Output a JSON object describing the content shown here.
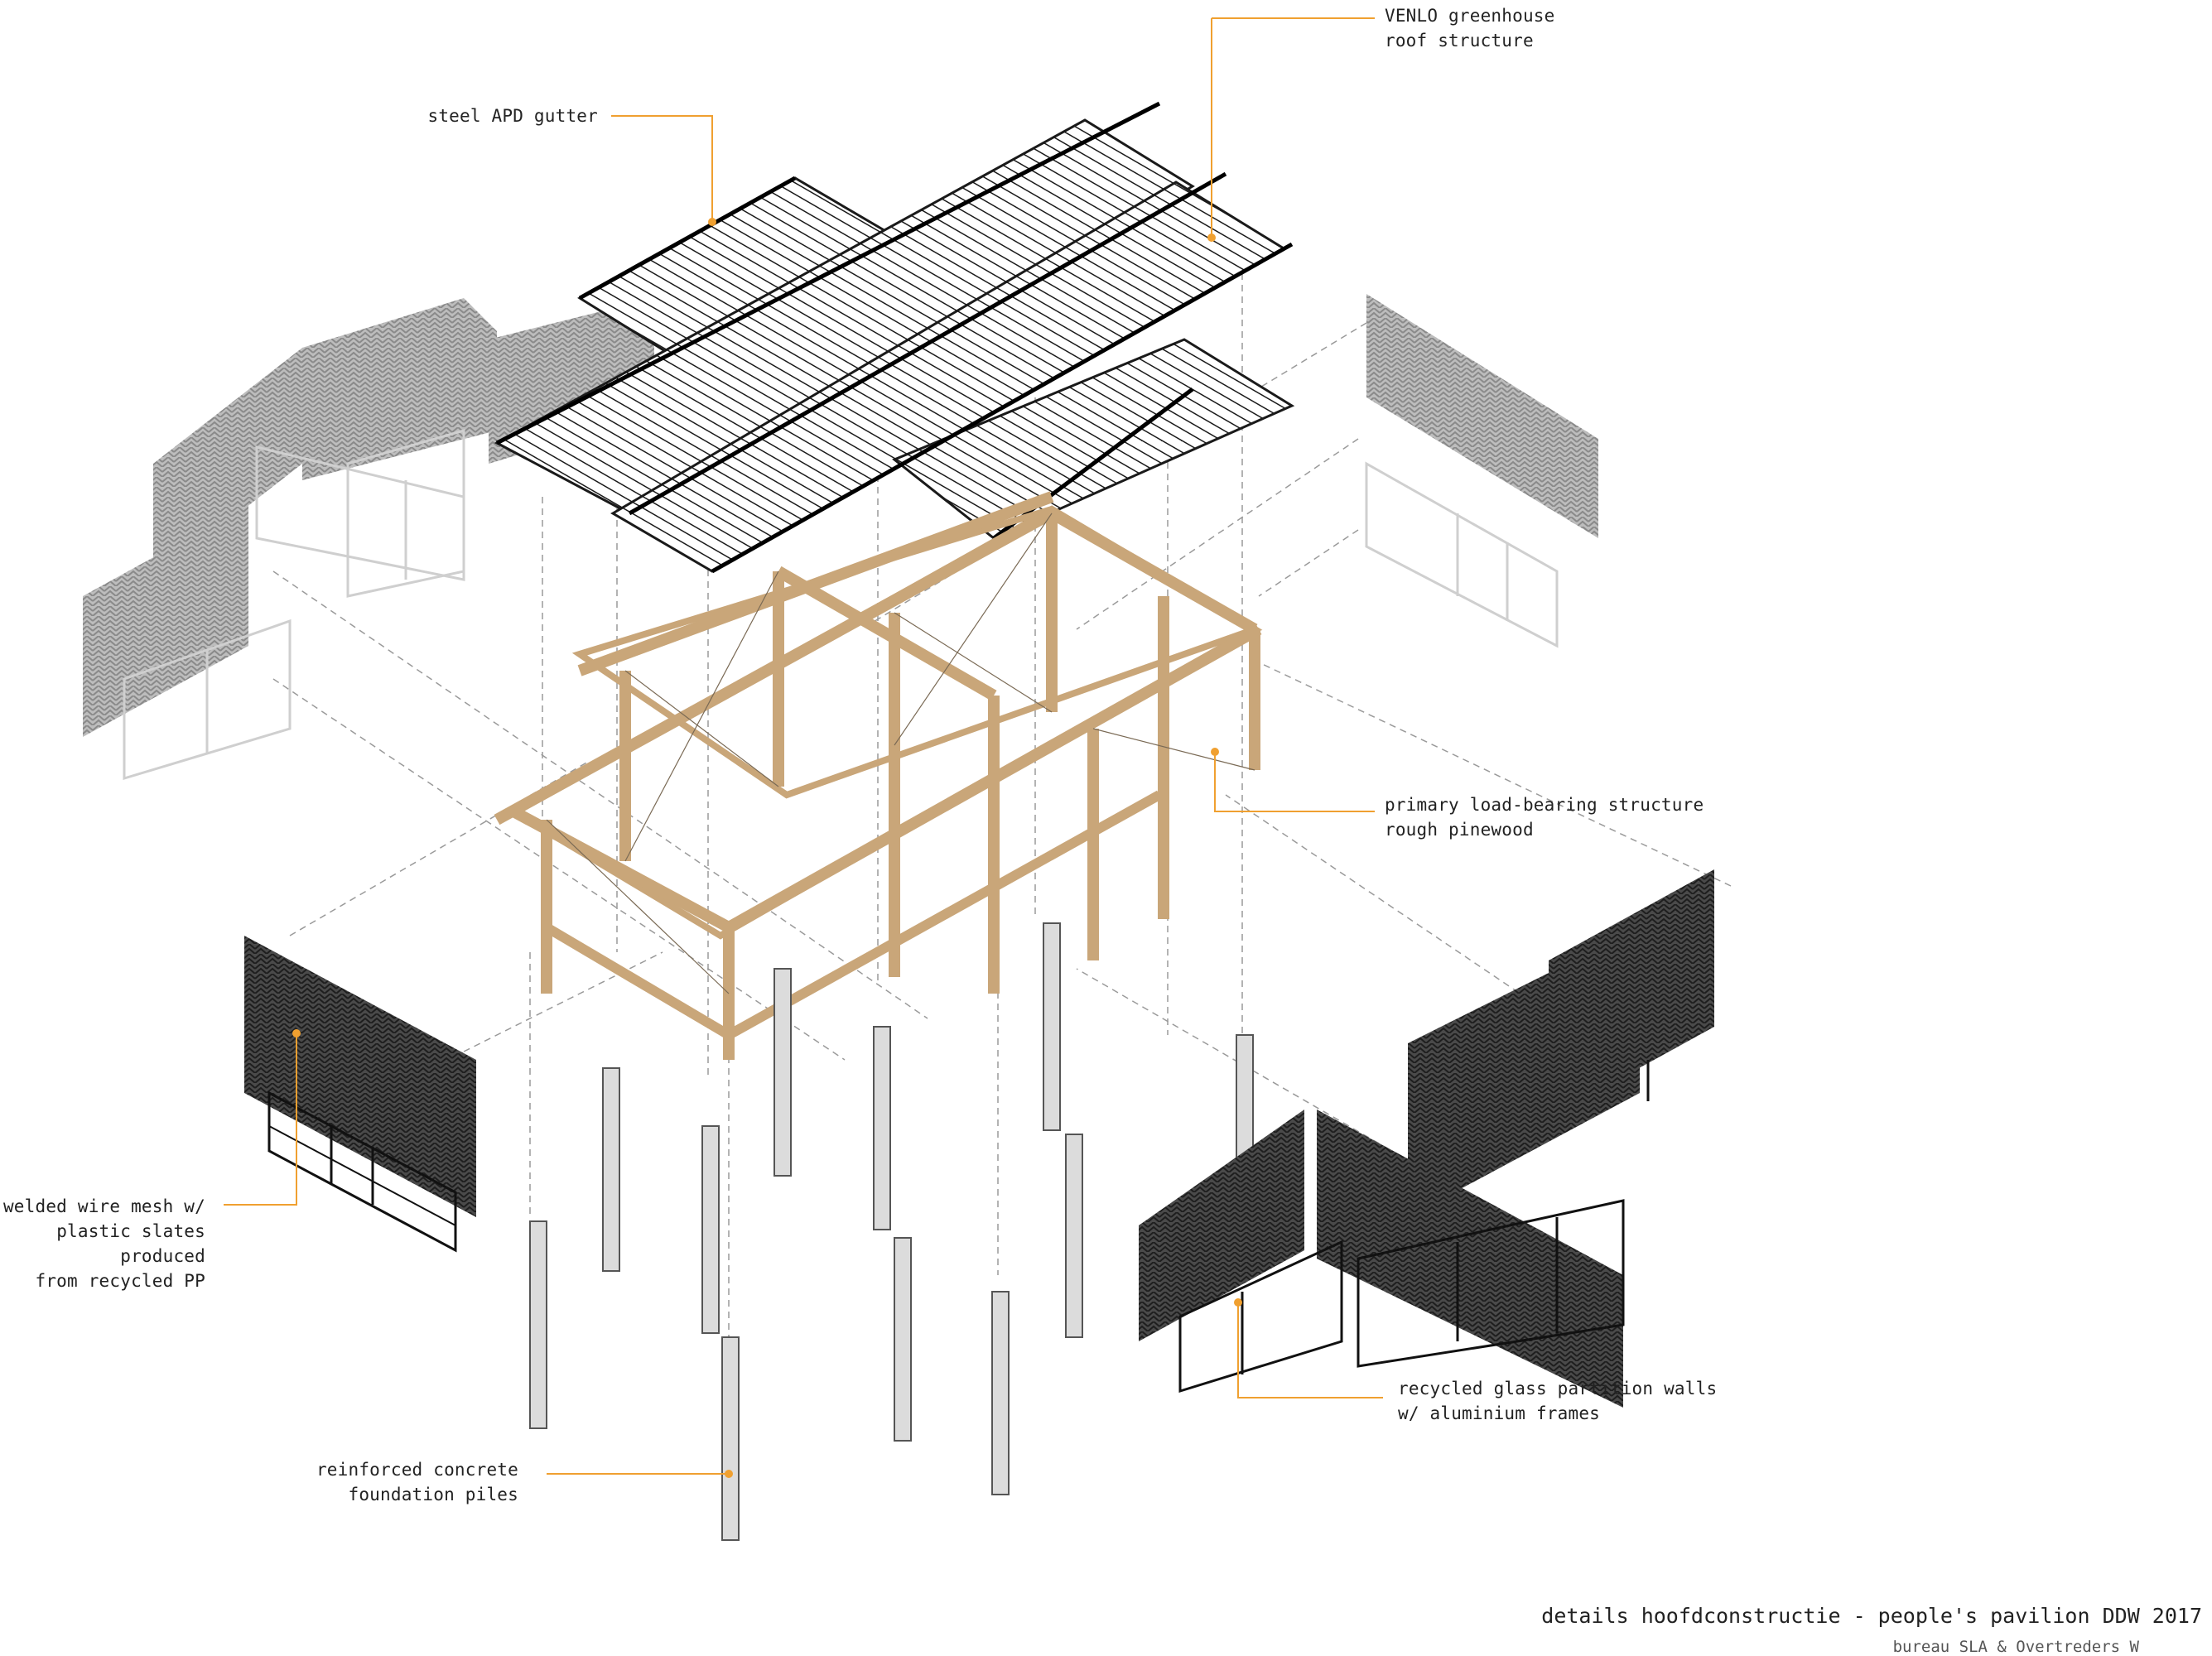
{
  "labels": {
    "venlo_roof": [
      "VENLO greenhouse",
      "roof structure"
    ],
    "apd_gutter": [
      "steel APD gutter"
    ],
    "load_bearing": [
      "primary load-bearing structure",
      "rough pinewood"
    ],
    "wire_mesh": [
      "welded wire mesh w/",
      "plastic slates produced",
      "from recycled PP"
    ],
    "glass_walls": [
      "recycled glass partition walls",
      "w/ aluminium frames"
    ],
    "foundation": [
      "reinforced concrete",
      "foundation piles"
    ]
  },
  "caption": {
    "title": "details hoofdconstructie - people's pavilion DDW 2017",
    "subtitle": "bureau SLA & Overtreders W"
  },
  "colors": {
    "leader": "#f0a030",
    "timber": "#c9a679",
    "timber_edge": "#6b5230",
    "mesh_dark": "#3a3a3a",
    "mesh_light": "#9a9a9a",
    "roof": "#1a1a1a",
    "pile": "#d8d8d8"
  }
}
